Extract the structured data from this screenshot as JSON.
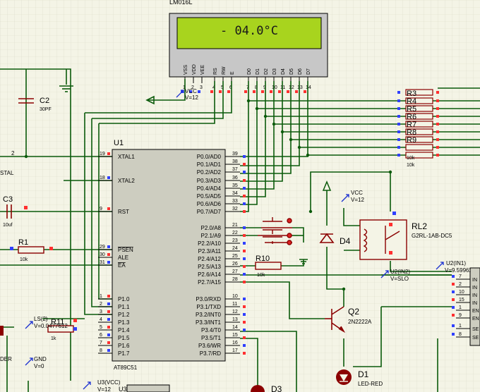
{
  "lcd": {
    "part": "LM016L",
    "display_text": "- 04.0°C",
    "pin_names": [
      "VSS",
      "VDD",
      "VEE",
      "RS",
      "RW",
      "E",
      "D0",
      "D1",
      "D2",
      "D3",
      "D4",
      "D5",
      "D6",
      "D7"
    ],
    "pin_numbers": [
      "1",
      "2",
      "3",
      "4",
      "5",
      "6",
      "7",
      "8",
      "9",
      "10",
      "11",
      "12",
      "13",
      "14"
    ]
  },
  "mcu": {
    "ref": "U1",
    "part": "AT89C51",
    "left_pins": [
      {
        "num": "19",
        "name": "XTAL1"
      },
      {
        "num": "18",
        "name": "XTAL2"
      },
      {
        "num": "9",
        "name": "RST"
      },
      {
        "num": "29",
        "name": "PSEN"
      },
      {
        "num": "30",
        "name": "ALE"
      },
      {
        "num": "31",
        "name": "EA"
      },
      {
        "num": "1",
        "name": "P1.0"
      },
      {
        "num": "2",
        "name": "P1.1"
      },
      {
        "num": "3",
        "name": "P1.2"
      },
      {
        "num": "4",
        "name": "P1.3"
      },
      {
        "num": "5",
        "name": "P1.4"
      },
      {
        "num": "6",
        "name": "P1.5"
      },
      {
        "num": "7",
        "name": "P1.6"
      },
      {
        "num": "8",
        "name": "P1.7"
      }
    ],
    "right_pins": [
      {
        "num": "39",
        "name": "P0.0/AD0"
      },
      {
        "num": "38",
        "name": "P0.1/AD1"
      },
      {
        "num": "37",
        "name": "P0.2/AD2"
      },
      {
        "num": "36",
        "name": "P0.3/AD3"
      },
      {
        "num": "35",
        "name": "P0.4/AD4"
      },
      {
        "num": "34",
        "name": "P0.5/AD5"
      },
      {
        "num": "33",
        "name": "P0.6/AD6"
      },
      {
        "num": "32",
        "name": "P0.7/AD7"
      },
      {
        "num": "21",
        "name": "P2.0/A8"
      },
      {
        "num": "22",
        "name": "P2.1/A9"
      },
      {
        "num": "23",
        "name": "P2.2/A10"
      },
      {
        "num": "24",
        "name": "P2.3/A11"
      },
      {
        "num": "25",
        "name": "P2.4/A12"
      },
      {
        "num": "26",
        "name": "P2.5/A13"
      },
      {
        "num": "27",
        "name": "P2.6/A14"
      },
      {
        "num": "28",
        "name": "P2.7/A15"
      },
      {
        "num": "10",
        "name": "P3.0/RXD"
      },
      {
        "num": "11",
        "name": "P3.1/TXD"
      },
      {
        "num": "12",
        "name": "P3.2/INT0"
      },
      {
        "num": "13",
        "name": "P3.3/INT1"
      },
      {
        "num": "14",
        "name": "P3.4/T0"
      },
      {
        "num": "15",
        "name": "P3.5/T1"
      },
      {
        "num": "16",
        "name": "P3.6/WR"
      },
      {
        "num": "17",
        "name": "P3.7/RD"
      }
    ]
  },
  "components": {
    "c2_ref": "C2",
    "c2_val": "30PF",
    "c3_ref": "C3",
    "c3_val": "10uf",
    "r1_ref": "R1",
    "r1_val": "10k",
    "r10_ref": "R10",
    "r10_val": "10k",
    "r11_ref": "R11",
    "r11_val": "1k",
    "xtal_pin": "2",
    "xtal_label": "STAL",
    "rnet_refs": [
      "R3",
      "R4",
      "R5",
      "R6",
      "R7",
      "R8",
      "R9"
    ],
    "rnet_val_a": "10k",
    "rnet_val_b": "10k",
    "rl2_ref": "RL2",
    "rl2_part": "G2RL-1AB-DC5",
    "d4_ref": "D4",
    "q2_ref": "Q2",
    "q2_part": "2N2222A",
    "d1_ref": "D1",
    "d1_part": "LED-RED",
    "d3_ref": "D3",
    "u3_ref": "U3",
    "vcc_top_label": "VCC",
    "vcc_top_val": "V=12",
    "vcc_mid_label": "VCC",
    "vcc_mid_val": "V=12",
    "u2_in2_label": "U2(IN2)",
    "u2_in2_val": "V=SLO",
    "u2_in1_label": "U2(IN1)",
    "u2_in1_val": "V=9.59962",
    "ls_label": "LS(2)",
    "ls_val": "V=0.0477612",
    "gnd_label": "GND",
    "gnd_val": "V=0",
    "u3vcc_label": "U3(VCC)",
    "u3vcc_val": "V=12",
    "der_label": "DER"
  },
  "u2_pins": {
    "pins_a": [
      "7",
      "2",
      "10",
      "15",
      "1",
      "9"
    ],
    "pins_b": [
      "1",
      "8"
    ],
    "names_a": [
      "IN",
      "IN",
      "IN",
      "IN",
      "EN",
      "EN"
    ],
    "names_b": [
      "SE",
      "SE"
    ]
  },
  "colors": {
    "background": "#f4f4e6",
    "wire": "#0a5a0a",
    "component": "#8b0000",
    "lcd_screen": "#a8d41e",
    "pin_text": "#000000",
    "probe_blue": "#1a2fd0",
    "pin_red": "#ff3030",
    "pin_blue": "#3040ff"
  }
}
